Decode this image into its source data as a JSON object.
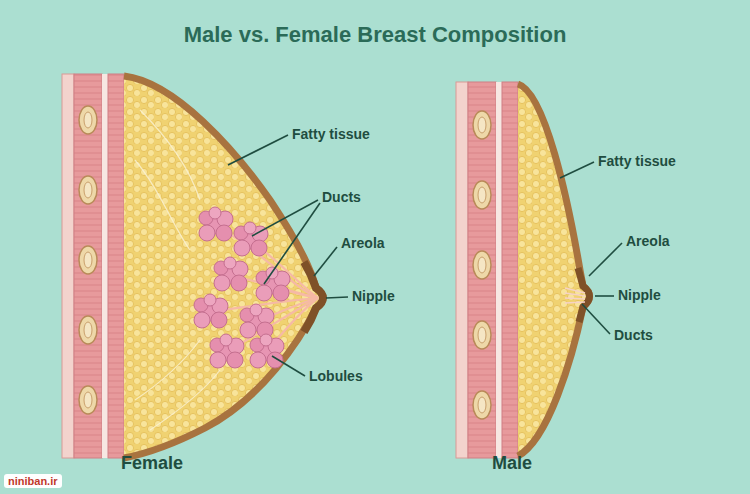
{
  "diagram": {
    "title": "Male vs. Female Breast Composition",
    "labels": [
      "Fatty tissue",
      "Ducts",
      "Areola",
      "Nipple",
      "Lobules",
      "Female",
      "Fatty tissue",
      "Areola",
      "Nipple",
      "Ducts",
      "Male",
      "niniban.ir"
    ]
  }
}
